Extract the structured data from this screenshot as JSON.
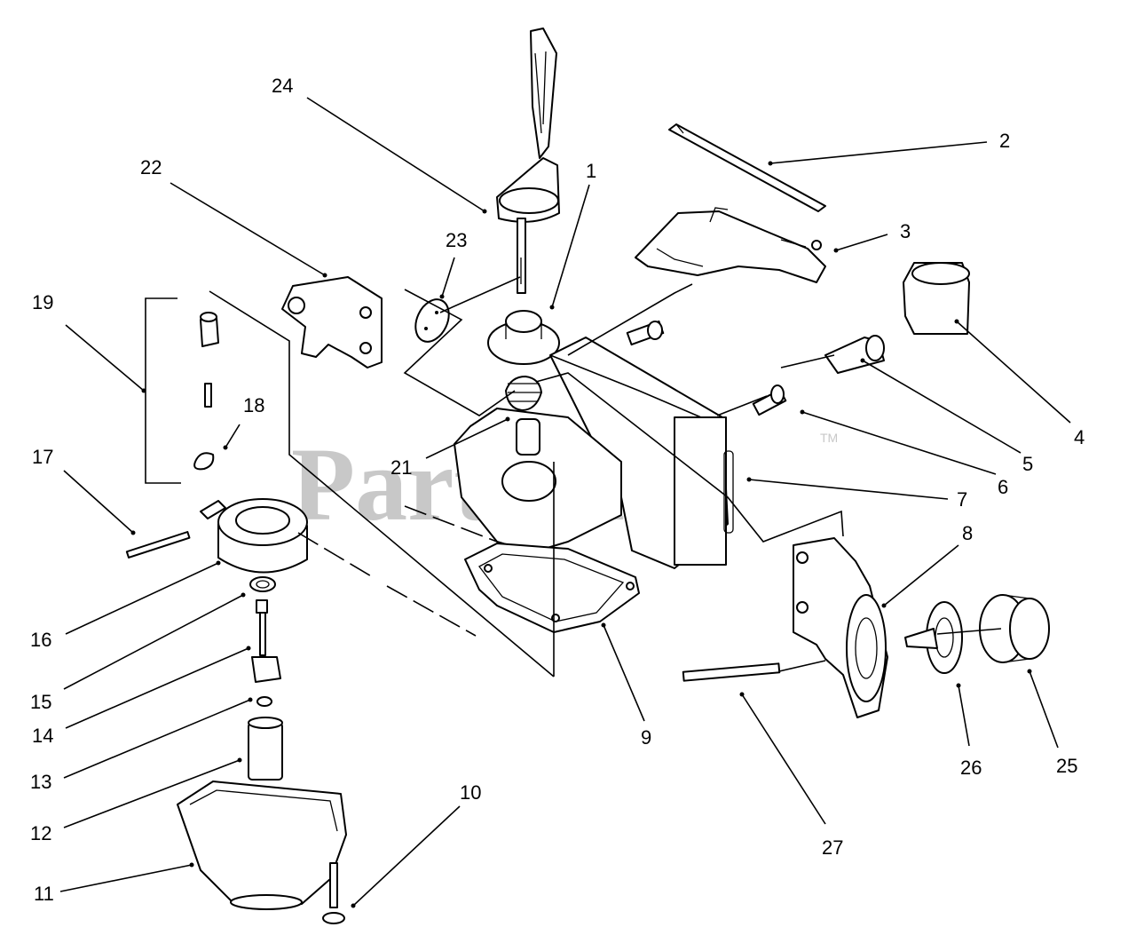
{
  "watermark": {
    "text": "PartsTree",
    "tm": "TM"
  },
  "callouts": [
    {
      "id": "1"
    },
    {
      "id": "2"
    },
    {
      "id": "3"
    },
    {
      "id": "4"
    },
    {
      "id": "5"
    },
    {
      "id": "6"
    },
    {
      "id": "7"
    },
    {
      "id": "8"
    },
    {
      "id": "9"
    },
    {
      "id": "10"
    },
    {
      "id": "11"
    },
    {
      "id": "12"
    },
    {
      "id": "13"
    },
    {
      "id": "14"
    },
    {
      "id": "15"
    },
    {
      "id": "16"
    },
    {
      "id": "17"
    },
    {
      "id": "18"
    },
    {
      "id": "19"
    },
    {
      "id": "21"
    },
    {
      "id": "22"
    },
    {
      "id": "23"
    },
    {
      "id": "24"
    },
    {
      "id": "25"
    },
    {
      "id": "26"
    },
    {
      "id": "27"
    }
  ]
}
